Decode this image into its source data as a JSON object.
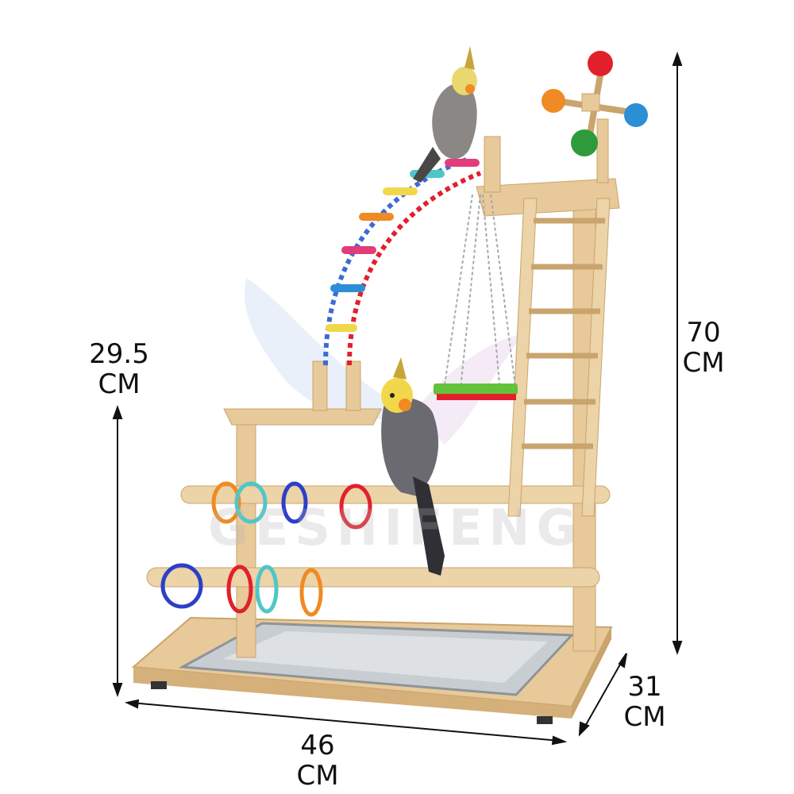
{
  "dimensions": {
    "height_total": {
      "value": "70",
      "unit": "CM"
    },
    "height_mid": {
      "value": "29.5",
      "unit": "CM"
    },
    "depth": {
      "value": "31",
      "unit": "CM"
    },
    "width": {
      "value": "46",
      "unit": "CM"
    }
  },
  "watermark": "GESHIFENG",
  "colors": {
    "wood": "#e8c99a",
    "wood_dark": "#c9a46c",
    "tray": "#c8cdd2",
    "ring_orange": "#f08a24",
    "ring_blue": "#2c3fc9",
    "ring_teal": "#4fc6c8",
    "ring_red": "#e2202b",
    "bird_grey": "#6b6a70",
    "bird_yellow": "#f1d84a"
  },
  "icons": [
    "bird-icon",
    "ladder-icon",
    "swing-icon",
    "ring-icon",
    "ball-icon"
  ]
}
